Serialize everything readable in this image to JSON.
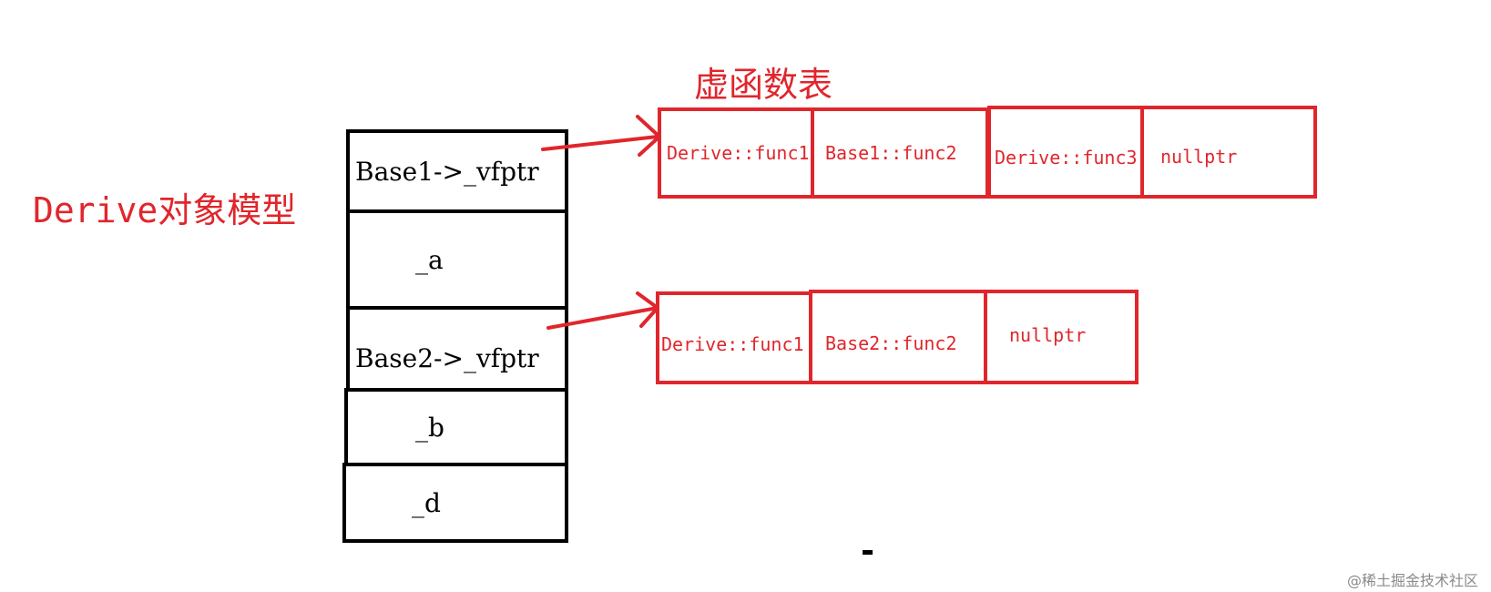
{
  "object_model": {
    "title": "Derive对象模型",
    "cells": [
      {
        "label": "Base1->_vfptr"
      },
      {
        "label": "_a"
      },
      {
        "label": "Base2->_vfptr"
      },
      {
        "label": "_b"
      },
      {
        "label": "_d"
      }
    ]
  },
  "vtable": {
    "title": "虚函数表",
    "table1": [
      "Derive::func1",
      "Base1::func2",
      "Derive::func3",
      "nullptr"
    ],
    "table2": [
      "Derive::func1",
      "Base2::func2",
      "nullptr"
    ]
  },
  "colors": {
    "accent": "#e0262c",
    "object_border": "#000000"
  },
  "watermark": "@稀土掘金技术社区"
}
